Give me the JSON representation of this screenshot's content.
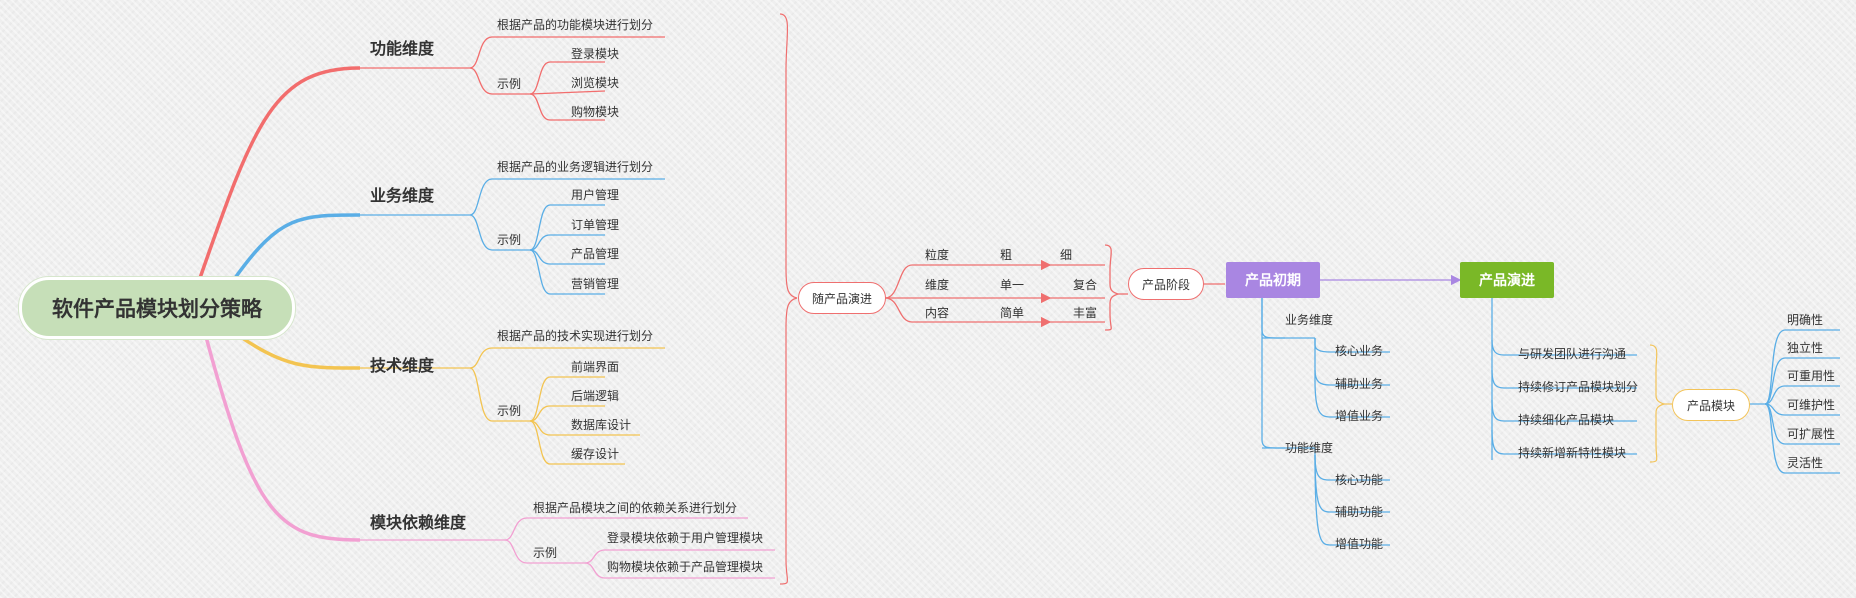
{
  "root": {
    "title": "软件产品模块划分策略"
  },
  "dimensions": [
    {
      "title": "功能维度",
      "desc": "根据产品的功能模块进行划分",
      "example_label": "示例",
      "examples": [
        "登录模块",
        "浏览模块",
        "购物模块"
      ],
      "color": "#f26d6d"
    },
    {
      "title": "业务维度",
      "desc": "根据产品的业务逻辑进行划分",
      "example_label": "示例",
      "examples": [
        "用户管理",
        "订单管理",
        "产品管理",
        "营销管理"
      ],
      "color": "#5aaee6"
    },
    {
      "title": "技术维度",
      "desc": "根据产品的技术实现进行划分",
      "example_label": "示例",
      "examples": [
        "前端界面",
        "后端逻辑",
        "数据库设计",
        "缓存设计"
      ],
      "color": "#f3c451"
    },
    {
      "title": "模块依赖维度",
      "desc": "根据产品模块之间的依赖关系进行划分",
      "example_label": "示例",
      "examples": [
        "登录模块依赖于用户管理模块",
        "购物模块依赖于产品管理模块"
      ],
      "color": "#f2a0d2"
    }
  ],
  "evolution": {
    "label": "随产品演进",
    "rows": [
      {
        "label": "粒度",
        "from": "粗",
        "to": "细"
      },
      {
        "label": "维度",
        "from": "单一",
        "to": "复合"
      },
      {
        "label": "内容",
        "from": "简单",
        "to": "丰富"
      }
    ],
    "stage_label": "产品阶段"
  },
  "initial": {
    "title": "产品初期",
    "color": "#a986e2",
    "groups": [
      {
        "label": "业务维度",
        "items": [
          "核心业务",
          "辅助业务",
          "增值业务"
        ]
      },
      {
        "label": "功能维度",
        "items": [
          "核心功能",
          "辅助功能",
          "增值功能"
        ]
      }
    ]
  },
  "evolve": {
    "title": "产品演进",
    "color": "#7ab827",
    "items": [
      "与研发团队进行沟通",
      "持续修订产品模块划分",
      "持续细化产品模块",
      "持续新增新特性模块"
    ],
    "module_label": "产品模块",
    "properties": [
      "明确性",
      "独立性",
      "可重用性",
      "可维护性",
      "可扩展性",
      "灵活性"
    ]
  }
}
